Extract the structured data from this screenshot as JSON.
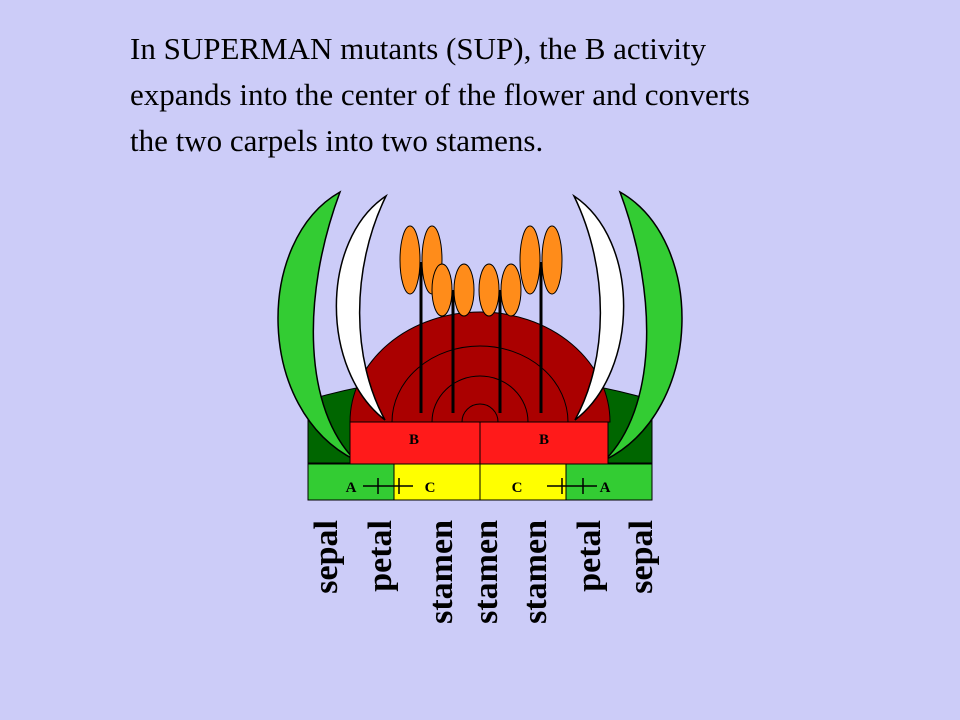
{
  "caption": {
    "line1": "In SUPERMAN mutants (SUP), the B activity",
    "line2": "expands into the center of the flower and converts",
    "line3": "the two carpels into two stamens."
  },
  "genes": {
    "b_left": "B",
    "b_right": "B",
    "a_left": "A",
    "c_left": "C",
    "c_right": "C",
    "a_right": "A"
  },
  "organs": [
    "sepal",
    "petal",
    "stamen",
    "stamen",
    "stamen",
    "petal",
    "sepal"
  ],
  "colors": {
    "background": "#ccccf8",
    "sepal": "#33cc33",
    "sepal_base": "#006600",
    "petal": "#ffffff",
    "whorl_b": "#aa0000",
    "b_bar": "#ff1a1a",
    "a_bar": "#33cc33",
    "c_bar": "#ffff00",
    "anther": "#ff8c1a"
  }
}
